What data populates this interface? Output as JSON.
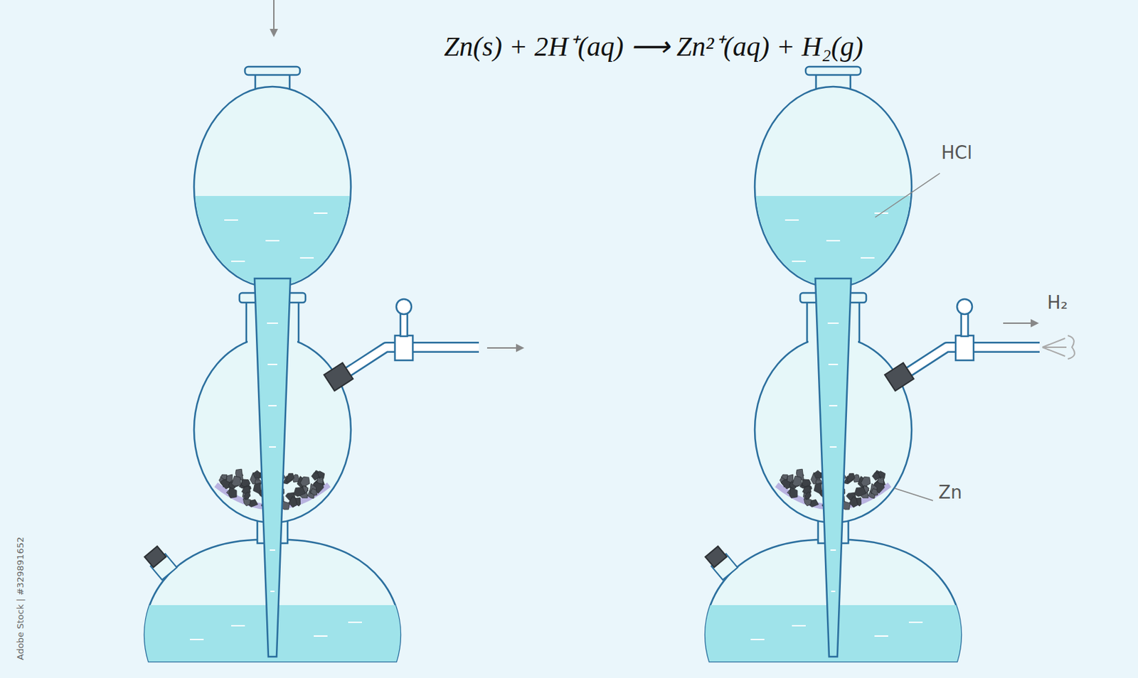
{
  "diagram": {
    "title": "Zn(s) + 2H⁺(aq) ⟶ Zn²⁺(aq) + H₂(g)",
    "labels": [
      "HCl",
      "H₂",
      "Zn",
      "Adobe Stock | #329891652"
    ]
  }
}
